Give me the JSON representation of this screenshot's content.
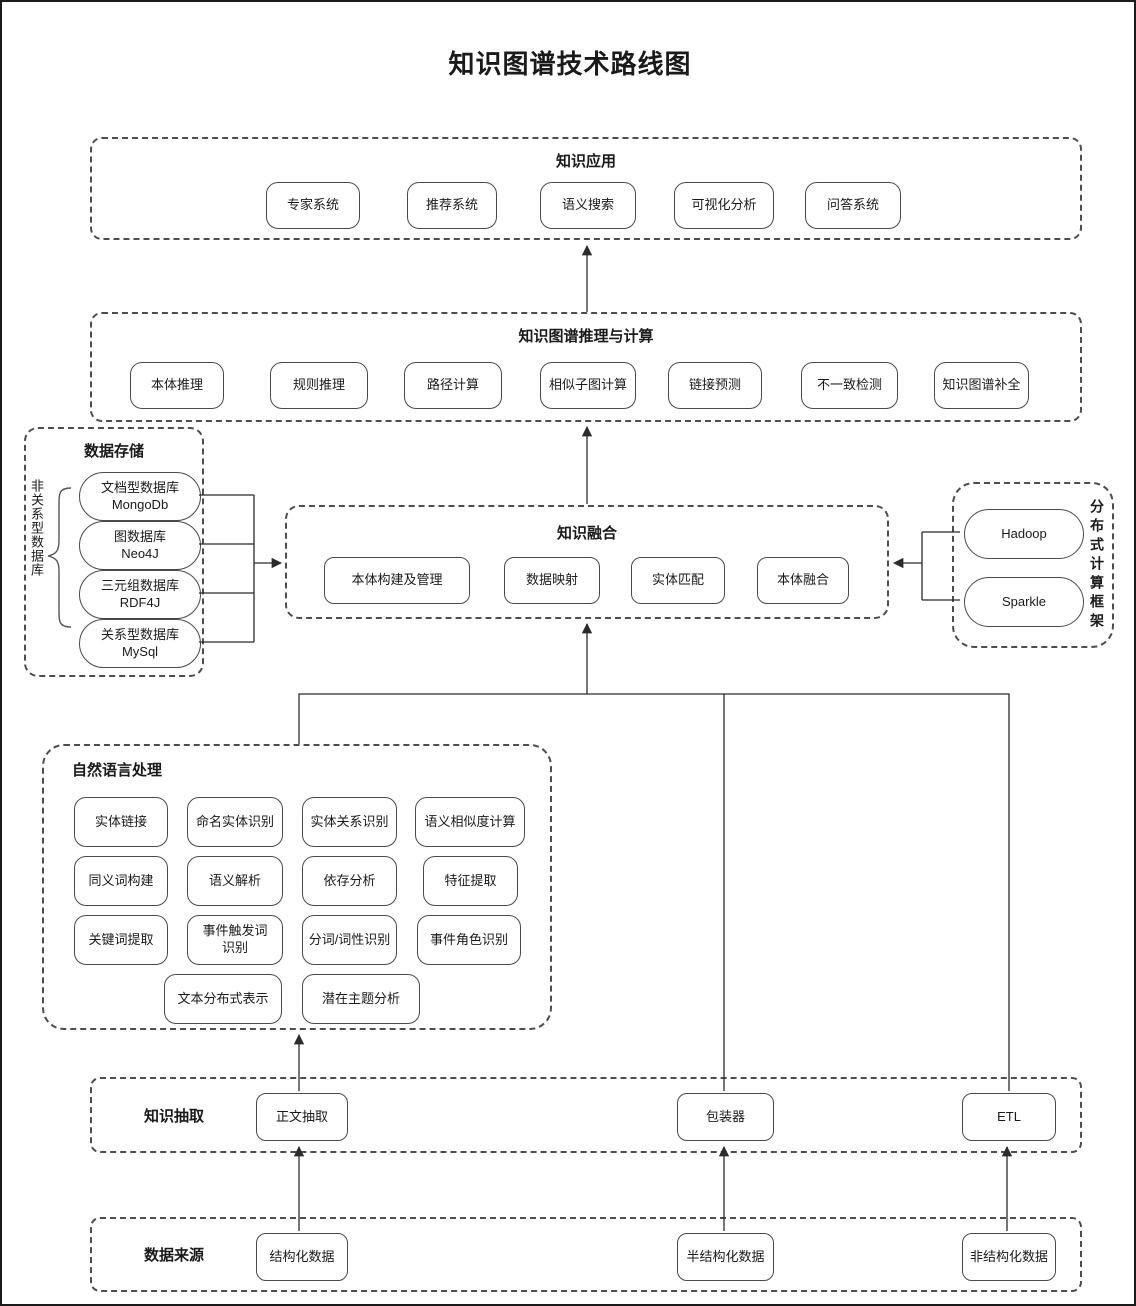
{
  "page_title": "知识图谱技术路线图",
  "knowledge_application": {
    "title": "知识应用",
    "items": [
      "专家系统",
      "推荐系统",
      "语义搜索",
      "可视化分析",
      "问答系统"
    ]
  },
  "reasoning": {
    "title": "知识图谱推理与计算",
    "items": [
      "本体推理",
      "规则推理",
      "路径计算",
      "相似子图计算",
      "链接预测",
      "不一致检测",
      "知识图谱补全"
    ]
  },
  "data_storage": {
    "title": "数据存储",
    "group_label": "非关系型数据库",
    "items": [
      {
        "type": "文档型数据库",
        "name": "MongoDb"
      },
      {
        "type": "图数据库",
        "name": "Neo4J"
      },
      {
        "type": "三元组数据库",
        "name": "RDF4J"
      },
      {
        "type": "关系型数据库",
        "name": "MySql"
      }
    ]
  },
  "knowledge_fusion": {
    "title": "知识融合",
    "items": [
      "本体构建及管理",
      "数据映射",
      "实体匹配",
      "本体融合"
    ]
  },
  "distributed_computing": {
    "label": "分布式计算框架",
    "items": [
      "Hadoop",
      "Sparkle"
    ]
  },
  "nlp": {
    "title": "自然语言处理",
    "items": [
      "实体链接",
      "命名实体识别",
      "实体关系识别",
      "语义相似度计算",
      "同义词构建",
      "语义解析",
      "依存分析",
      "特征提取",
      "关键词提取",
      "事件触发词识别",
      "分词/词性识别",
      "事件角色识别",
      "文本分布式表示",
      "潜在主题分析"
    ]
  },
  "knowledge_extraction": {
    "title": "知识抽取",
    "items": [
      "正文抽取",
      "包装器",
      "ETL"
    ]
  },
  "data_source": {
    "title": "数据来源",
    "items": [
      "结构化数据",
      "半结构化数据",
      "非结构化数据"
    ]
  },
  "colors": {
    "line": "#2b2b2b",
    "dashed_border": "#4d4d4d",
    "node_border": "#4a4a4a",
    "text": "#1a1a1a"
  }
}
